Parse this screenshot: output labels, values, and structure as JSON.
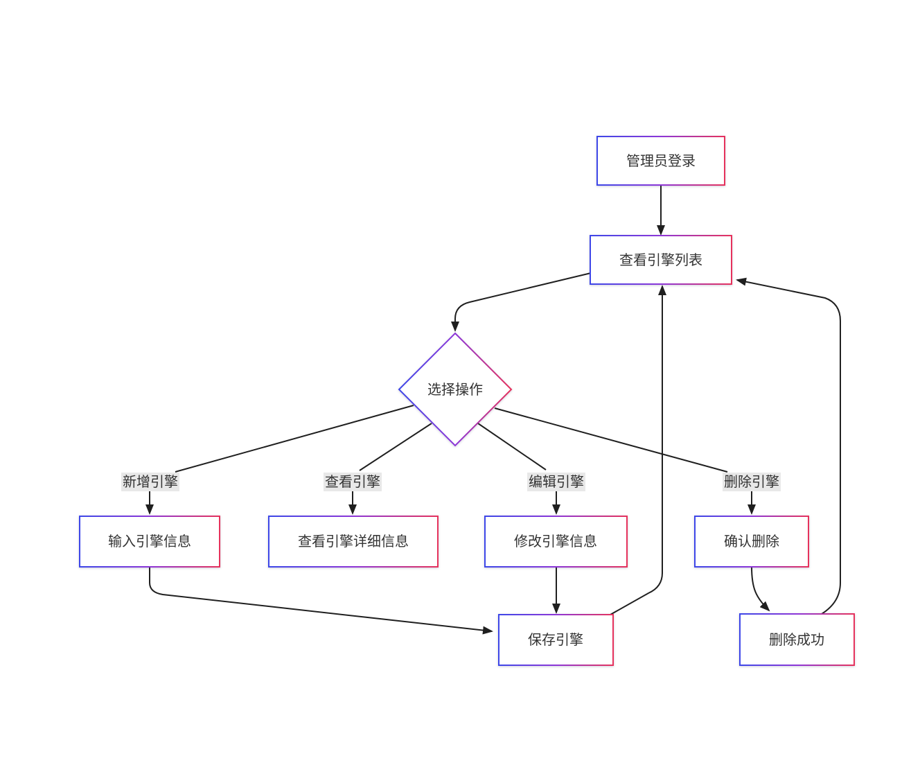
{
  "diagram": {
    "type": "flowchart",
    "colors": {
      "background": "#ffffff",
      "node_fill": "#ffffff",
      "border_gradient_blue": "#3d47e8",
      "border_gradient_purple": "#8d36d8",
      "border_gradient_red": "#e6325c",
      "edge_line": "#1f1f1f",
      "edge_label_bg": "#e8e8e8",
      "text": "#333333"
    },
    "nodes": {
      "admin_login": "管理员登录",
      "view_engine_list": "查看引擎列表",
      "choose_action": "选择操作",
      "input_engine_info": "输入引擎信息",
      "view_engine_details": "查看引擎详细信息",
      "modify_engine_info": "修改引擎信息",
      "confirm_delete": "确认删除",
      "save_engine": "保存引擎",
      "delete_success": "删除成功"
    },
    "edge_labels": {
      "add_engine": "新增引擎",
      "view_engine": "查看引擎",
      "edit_engine": "编辑引擎",
      "delete_engine": "删除引擎"
    }
  }
}
